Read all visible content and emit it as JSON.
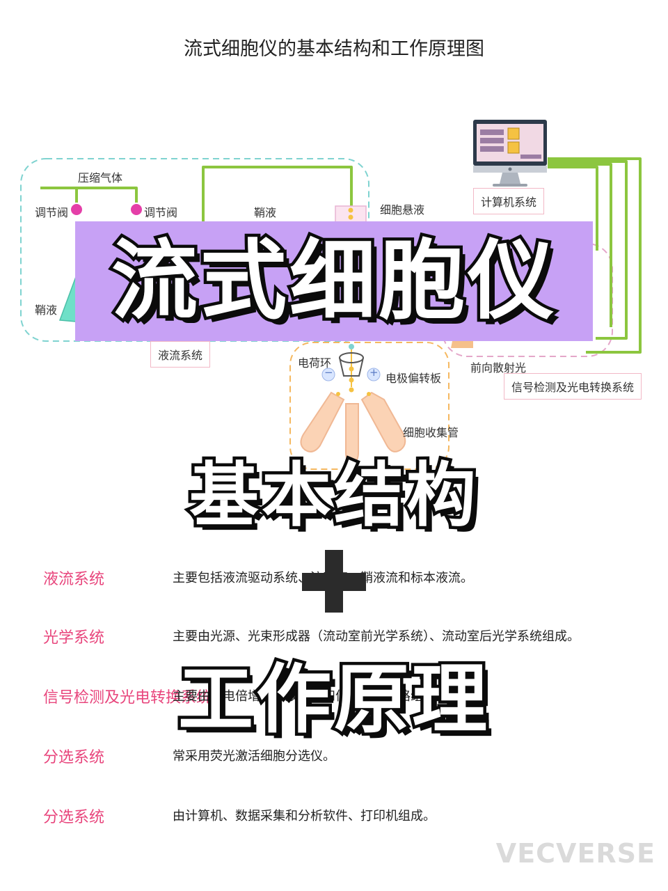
{
  "title": "流式细胞仪的基本结构和工作原理图",
  "diagram": {
    "labels": {
      "compressed_gas": "压缩气体",
      "valve_left": "调节阀",
      "valve_right": "调节阀",
      "sheath_top": "鞘液",
      "cell_suspension": "细胞悬液",
      "sheath_left": "鞘液",
      "charge_ring": "电荷环",
      "electrode_plate": "电极偏转板",
      "collection_tube": "细胞收集管",
      "forward_scatter": "前向散射光",
      "minus_sign": "−",
      "plus_sign": "+"
    },
    "systems": {
      "fluid": "液流系统",
      "computer": "计算机系统",
      "signal": "信号检测及光电转换系统"
    }
  },
  "banner_title": "流式细胞仪",
  "subtitle_1": "基本结构",
  "subtitle_2": "工作原理",
  "rows": [
    {
      "term": "液流系统",
      "desc": "主要包括液流驱动系统、流动室、鞘液流和标本液流。"
    },
    {
      "term": "光学系统",
      "desc": "主要由光源、光束形成器（流动室前光学系统）、流动室后光学系统组成。"
    },
    {
      "term": "信号检测及光电转换系统",
      "desc": "主要由光电倍增管、放大器和信号处理电路组成。"
    },
    {
      "term": "分选系统",
      "desc": "常采用荧光激活细胞分选仪。"
    },
    {
      "term": "分选系统",
      "desc": "由计算机、数据采集和分析软件、打印机组成。"
    }
  ],
  "watermark": "VECVERSE",
  "colors": {
    "banner": "#c7a1f5",
    "term": "#e8457c",
    "line_green": "#8cc63f",
    "dashed_teal": "#7fd3d0",
    "dashed_orange": "#f5b860",
    "dashed_pink": "#e4a6c9",
    "valve": "#e43fa8"
  }
}
